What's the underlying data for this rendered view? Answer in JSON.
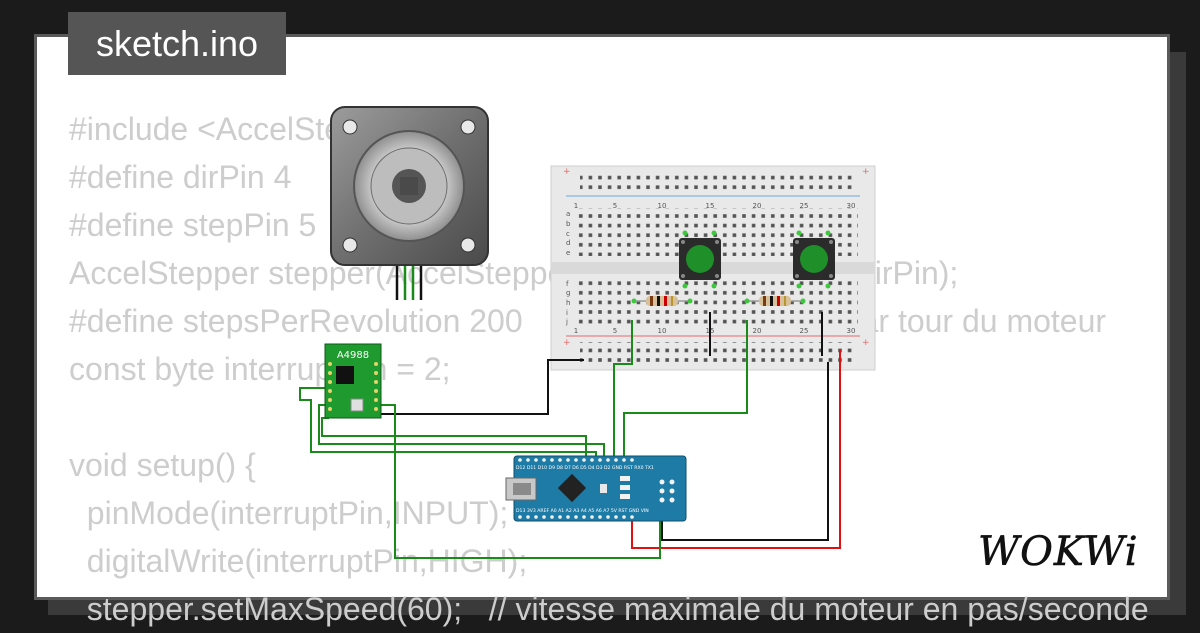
{
  "title_tab": "sketch.ino",
  "code_lines": [
    "#include <AccelStepper.h>",
    "#define dirPin 4",
    "#define stepPin 5",
    "AccelStepper stepper(AccelStepper::DRIVER, stepPin, dirPin);",
    "#define stepsPerRevolution 200        // nombre de pas par tour du moteur",
    "const byte interruptPin = 2;",
    "",
    "void setup() {",
    "  pinMode(interruptPin,INPUT);",
    "  digitalWrite(interruptPin,HIGH);",
    "  stepper.setMaxSpeed(60);   // vitesse maximale du moteur en pas/seconde"
  ],
  "driver": {
    "label": "A4988"
  },
  "breadboard": {
    "column_labels": [
      "1",
      "5",
      "10",
      "15",
      "20",
      "25",
      "30"
    ],
    "row_labels_top": [
      "a",
      "b",
      "c",
      "d",
      "e"
    ],
    "row_labels_bottom": [
      "f",
      "g",
      "h",
      "i",
      "j"
    ]
  },
  "arduino": {
    "top_pins": "D12 D11 D10 D9 D8 D7 D6 D5 D4 D3 D2 GND RST RX0 TX1",
    "bottom_pins": "D13 3V3 AREF A0 A1 A2 A3 A4 A5 A6 A7 5V RST GND VIN"
  },
  "logo": "WOKWi",
  "colors": {
    "background": "#1b1b1b",
    "card": "#ffffff",
    "code_text": "#cdcdcd",
    "title_tab": "#555555",
    "wire_green": "#1a8a1a",
    "wire_black": "#111111",
    "wire_red": "#e11111",
    "driver_board": "#1e9a2e",
    "arduino_board": "#1e7ba6",
    "button_green": "#1f8f2a"
  }
}
